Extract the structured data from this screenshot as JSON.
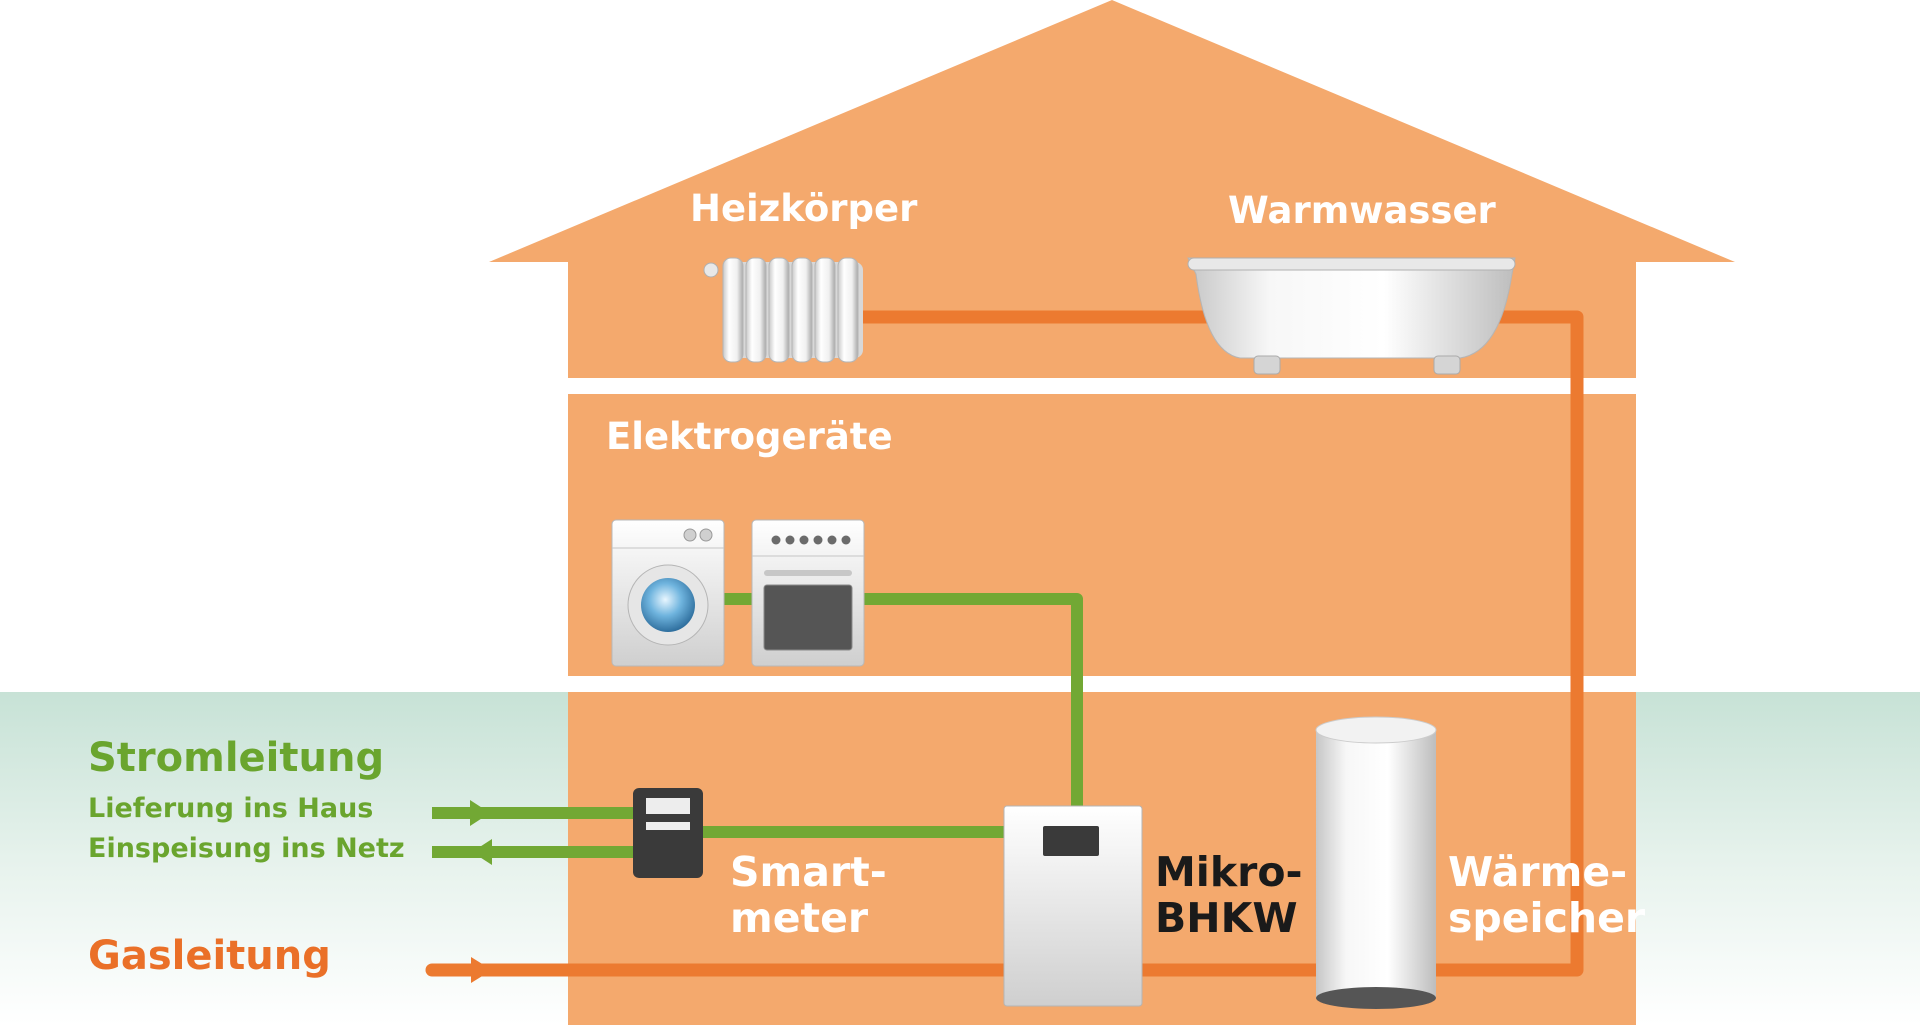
{
  "colors": {
    "house": "#f4a96d",
    "gas_pipe": "#ec7a30",
    "power_line": "#72a834",
    "label_green": "#6aa52e",
    "label_orange": "#ea7028",
    "ground_gradient": "#cfe6dc"
  },
  "icons": [
    "radiator-icon",
    "bathtub-icon",
    "washing-machine-icon",
    "stove-icon",
    "smart-meter-icon",
    "micro-chp-unit-icon",
    "heat-storage-tank-icon"
  ],
  "labels": {
    "heizkoerper": "Heizkörper",
    "warmwasser": "Warmwasser",
    "elektrogeraete": "Elektrogeräte",
    "smartmeter_1": "Smart-",
    "smartmeter_2": "meter",
    "bhkw_1": "Mikro-",
    "bhkw_2": "BHKW",
    "speicher_1": "Wärme-",
    "speicher_2": "speicher"
  },
  "legend": {
    "strom_title": "Stromleitung",
    "strom_in": "Lieferung ins Haus",
    "strom_out": "Einspeisung ins Netz",
    "gas_title": "Gasleitung"
  }
}
